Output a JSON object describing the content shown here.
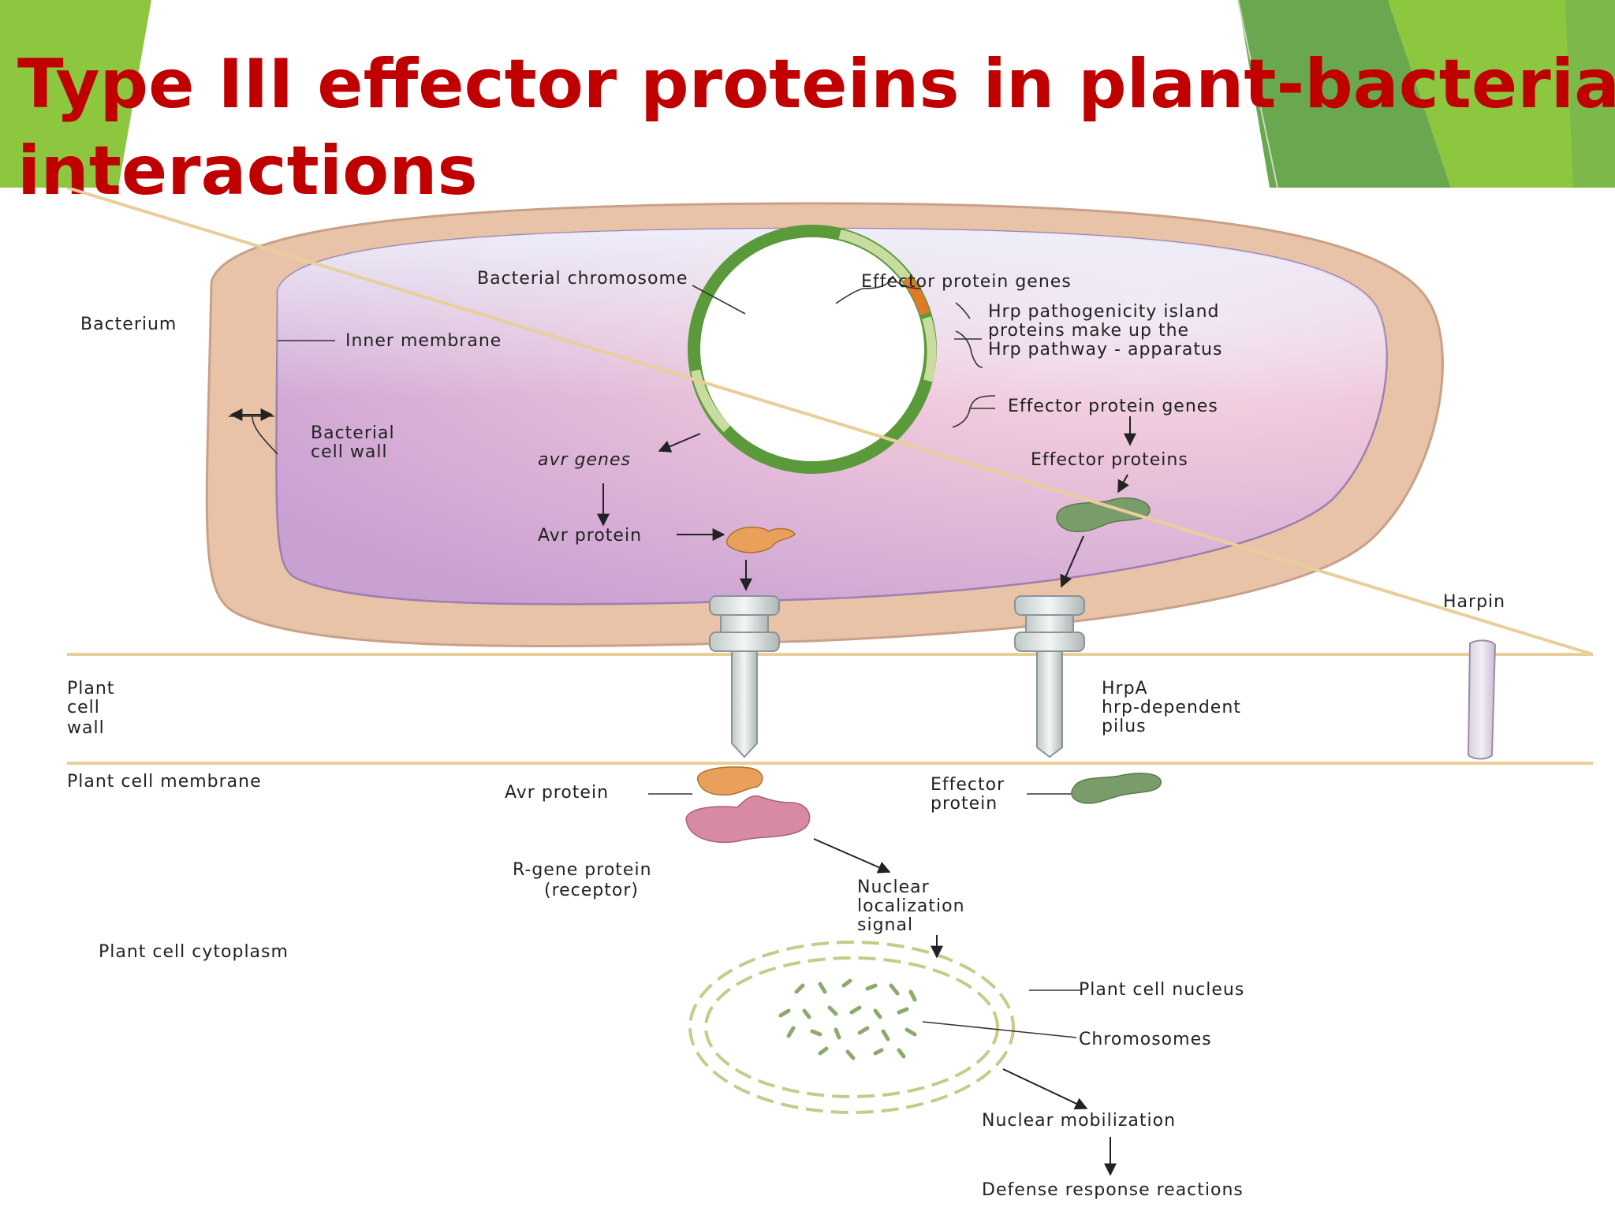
{
  "slide": {
    "title_line1": "Type III effector proteins in plant-bacterial",
    "title_line2": "interactions",
    "title_color": "#c00000",
    "accent_colors": [
      "#8dc63f",
      "#6aa84f",
      "#5b8c2a"
    ]
  },
  "diagram": {
    "labels": {
      "bacterium": "Bacterium",
      "inner_membrane": "Inner membrane",
      "bacterial_cell_wall_1": "Bacterial",
      "bacterial_cell_wall_2": "cell wall",
      "bacterial_chromosome": "Bacterial chromosome",
      "effector_genes_top": "Effector protein genes",
      "hrp_island_1": "Hrp pathogenicity island",
      "hrp_island_2": "proteins make up the",
      "hrp_island_3": "Hrp pathway - apparatus",
      "effector_genes_right": "Effector protein genes",
      "effector_proteins": "Effector proteins",
      "avr_genes": "avr genes",
      "avr_protein_top": "Avr protein",
      "harpin": "Harpin",
      "plant_cell_wall_1": "Plant",
      "plant_cell_wall_2": "cell",
      "plant_cell_wall_3": "wall",
      "hrpa_1": "HrpA",
      "hrpa_2": "hrp-dependent",
      "hrpa_3": "pilus",
      "plant_cell_membrane": "Plant cell membrane",
      "avr_protein_bottom": "Avr protein",
      "effector_protein_bottom_1": "Effector",
      "effector_protein_bottom_2": "protein",
      "r_gene_1": "R-gene protein",
      "r_gene_2": "(receptor)",
      "nls_1": "Nuclear",
      "nls_2": "localization",
      "nls_3": "signal",
      "plant_cell_cytoplasm": "Plant cell cytoplasm",
      "plant_cell_nucleus": "Plant cell nucleus",
      "chromosomes": "Chromosomes",
      "nuclear_mobilization": "Nuclear mobilization",
      "defense_response": "Defense response reactions"
    },
    "colors": {
      "cell_wall": "#e9c3a8",
      "cytoplasm_light": "#eef0fa",
      "cytoplasm_pink": "#efc8dc",
      "cytoplasm_purple": "#cfa0d0",
      "chromosome_green": "#5a9a3a",
      "hrp_orange": "#e07a2a",
      "avr_orange": "#e9a05a",
      "effector_green": "#7a9c6a",
      "receptor_pink": "#d98aa3",
      "membrane_tan": "#e8cf9a",
      "nucleus_dash": "#c9c98a",
      "chromosomes_green": "#8aab6a"
    }
  }
}
